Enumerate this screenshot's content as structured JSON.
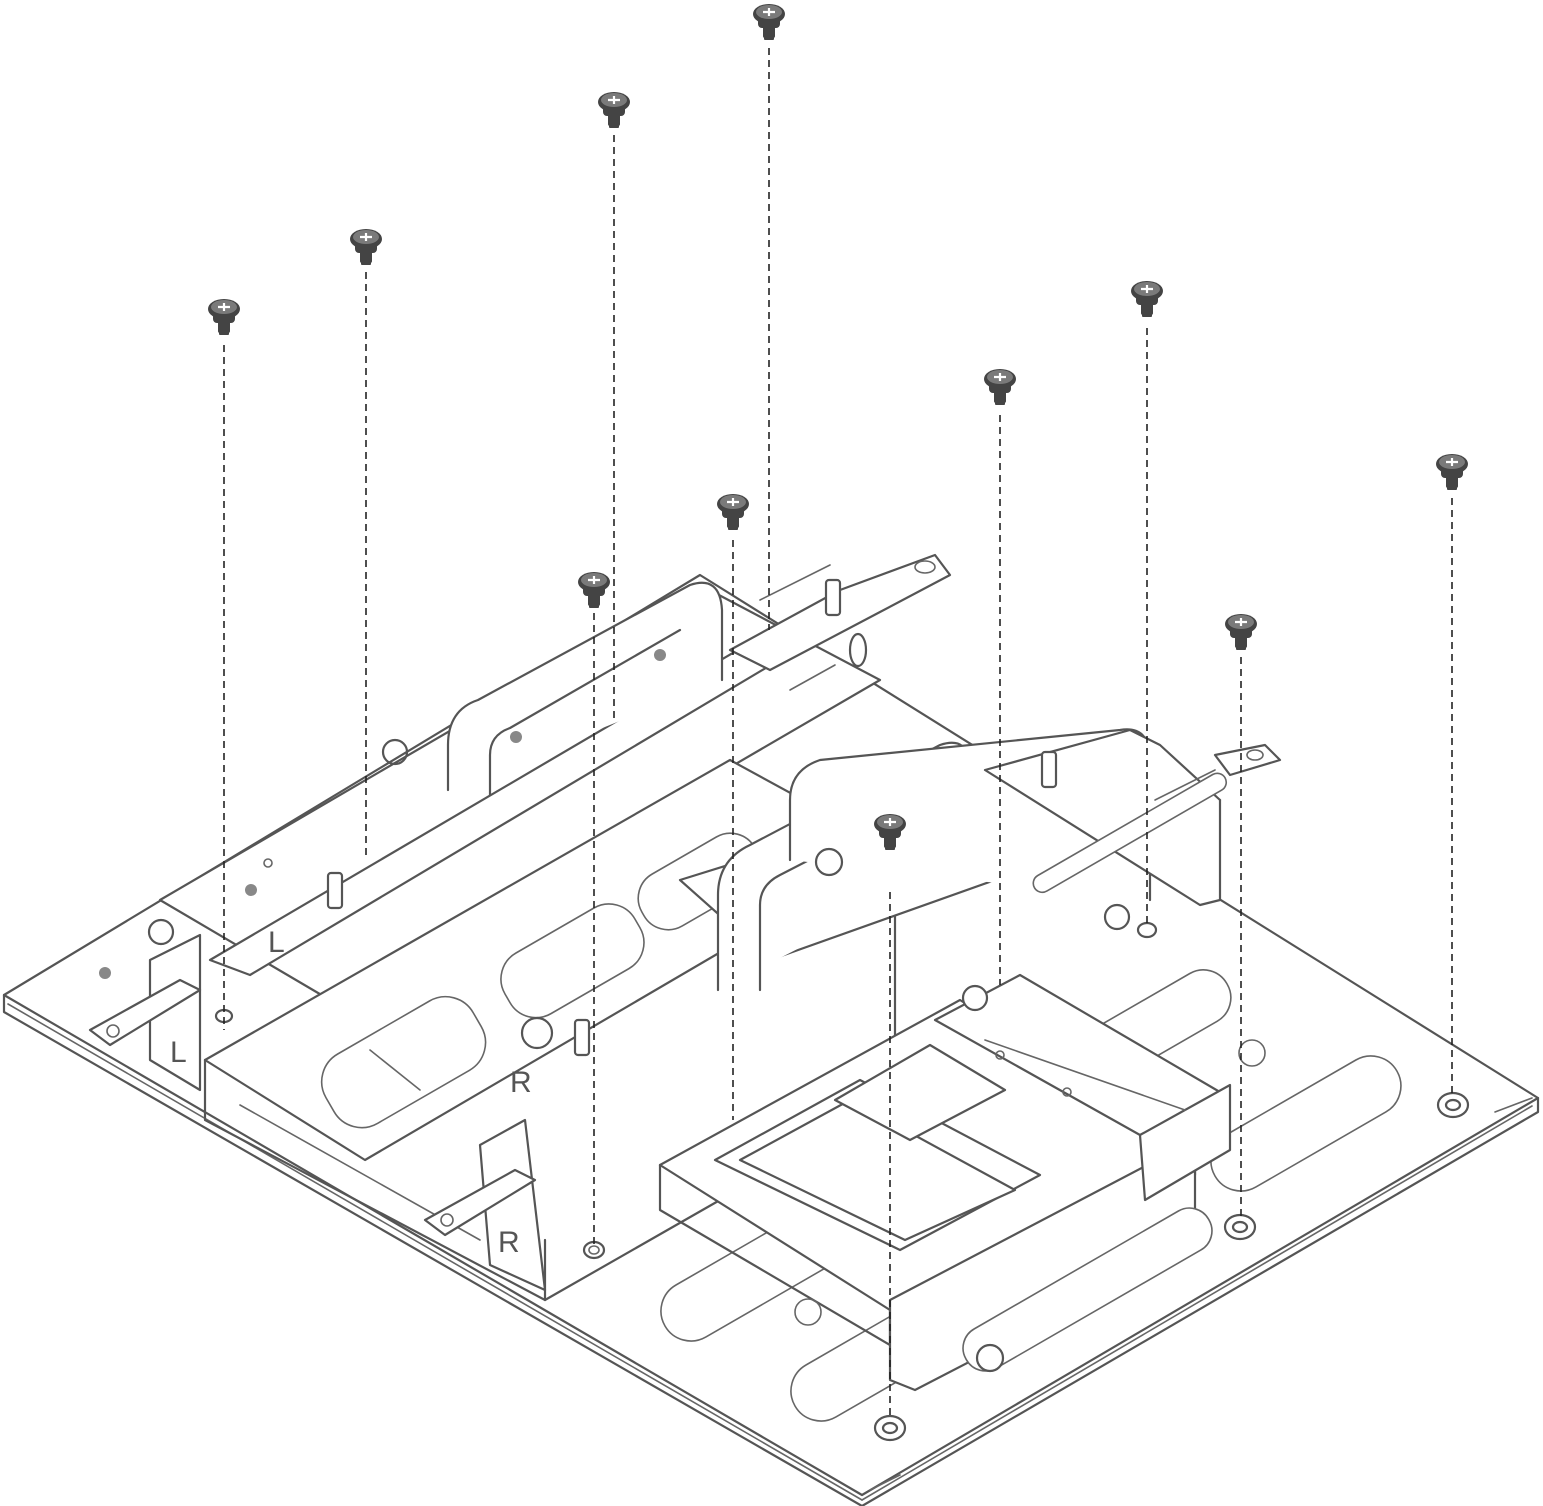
{
  "figure": {
    "markings": {
      "left_upper": "L",
      "left_lower": "L",
      "right_upper": "R",
      "right_lower": "R"
    },
    "icons": [
      "screw-icon",
      "screw-hole-icon",
      "dashed-alignment-line",
      "drive-cage",
      "chassis-tray"
    ],
    "colors": {
      "line": "#555555",
      "screw_body": "#444444",
      "screw_head": "#7a7a7a",
      "background": "#ffffff"
    }
  }
}
